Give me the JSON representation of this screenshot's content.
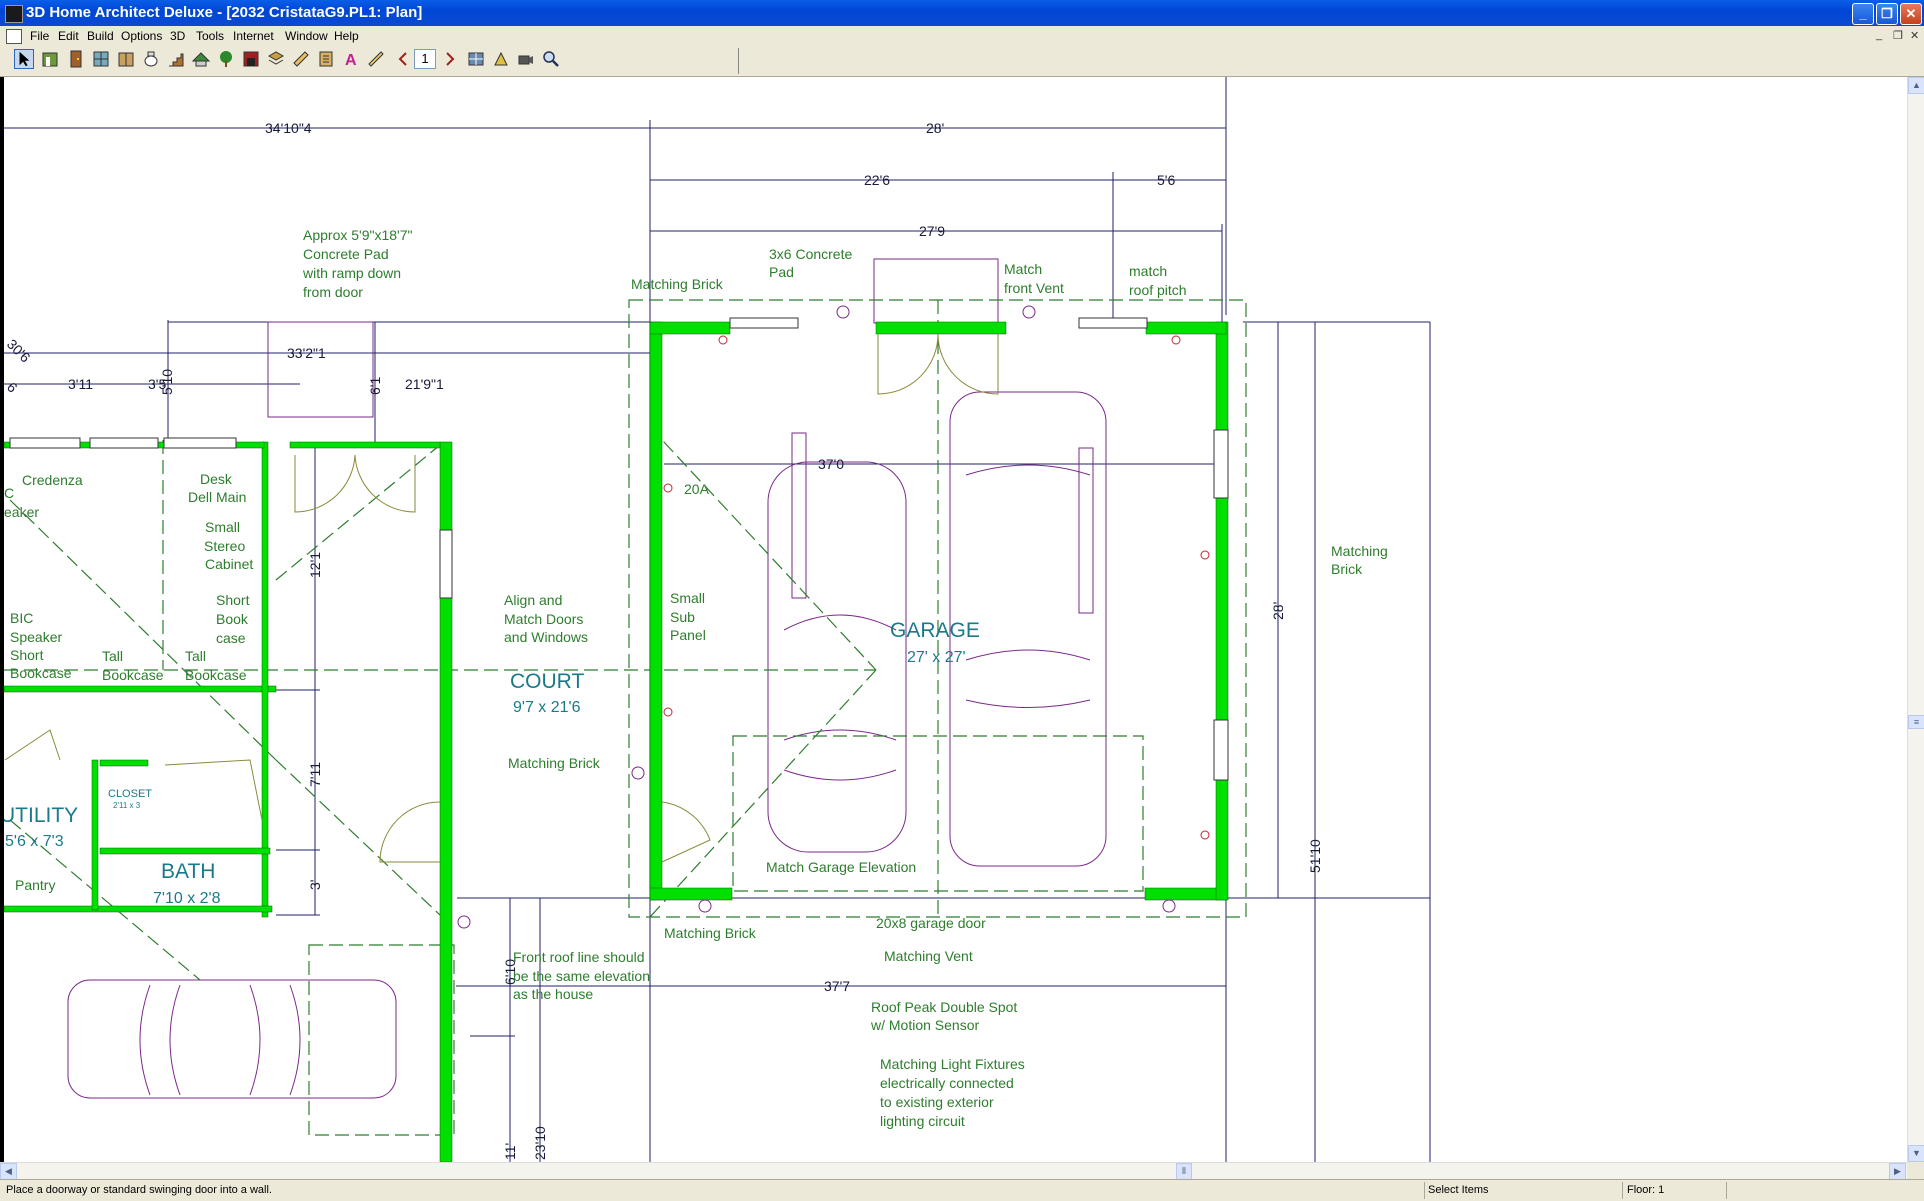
{
  "window": {
    "title": "3D Home Architect Deluxe - [2032 CristataG9.PL1: Plan]"
  },
  "menu": [
    "File",
    "Edit",
    "Build",
    "Options",
    "3D",
    "Tools",
    "Internet",
    "Window",
    "Help"
  ],
  "toolbar": {
    "tools": [
      "select-icon",
      "plan-view-icon",
      "door-icon",
      "window-icon",
      "cabinet-icon",
      "fixture-icon",
      "stairs-icon",
      "roof-icon",
      "landscape-icon",
      "fireplace-icon",
      "layer-icon",
      "dimension-icon",
      "erase-icon",
      "book-icon",
      "text-icon",
      "ruler-icon"
    ],
    "page_number": "1",
    "view_tools": [
      "camera-icon",
      "walkthrough-icon",
      "overview-icon",
      "zoom-icon"
    ]
  },
  "plan": {
    "dimensions": {
      "overall_left": "34'10\"4",
      "overall_top": "28'",
      "top_a": "22'6",
      "top_b": "5'6",
      "top_c": "27'9",
      "court_width": "33'2\"1",
      "w1": "3'11",
      "w2": "3'5",
      "w3": "5'10",
      "w4": "6'1",
      "w5": "21'9\"1",
      "diag_a": "30'6",
      "diag_b": "6",
      "interior": "37'0",
      "right_height": "28'",
      "right_total": "51'10",
      "h1": "12'1",
      "h2": "7'11",
      "h3": "3'",
      "bottom_width": "37'7",
      "b1": "6'10",
      "b2": "11'",
      "b3": "23'10"
    },
    "rooms": {
      "garage_name": "GARAGE",
      "garage_size": "27' x 27'",
      "court_name": "COURT",
      "court_size": "9'7 x 21'6",
      "utility_name": "UTILITY",
      "utility_size": "5'6 x 7'3",
      "bath_name": "BATH",
      "bath_size": "7'10 x 2'8",
      "closet_name": "CLOSET",
      "closet_size": "2'11 x 3"
    },
    "notes": {
      "concrete_pad": [
        "Approx 5'9\"x18'7\"",
        "Concrete Pad",
        "with ramp down",
        "from door"
      ],
      "pad_3x6": [
        "3x6 Concrete",
        "Pad"
      ],
      "matching_brick_top": "Matching Brick",
      "front_vent": [
        "Match",
        "front Vent"
      ],
      "roof_pitch": [
        "match",
        "roof pitch"
      ],
      "credenza": "Credenza",
      "speaker_left": [
        "C",
        "eaker"
      ],
      "desk": [
        "Desk",
        "Dell Main"
      ],
      "stereo": [
        "Small",
        "Stereo",
        "Cabinet"
      ],
      "short_bookcase": [
        "Short",
        "Book",
        "case"
      ],
      "bic_speaker": [
        "BIC",
        "Speaker",
        "Short",
        "Bookcase"
      ],
      "tall_bookcase_1": [
        "Tall",
        "Bookcase"
      ],
      "tall_bookcase_2": [
        "Tall",
        "Bookcase"
      ],
      "align_doors": [
        "Align and",
        "Match Doors",
        "and Windows"
      ],
      "sub_panel": [
        "Small",
        "Sub",
        "Panel"
      ],
      "outlet_20a": "20A",
      "matching_brick_court": "Matching Brick",
      "match_garage_elev": "Match Garage Elevation",
      "garage_door": "20x8 garage door",
      "matching_brick_bottom": "Matching Brick",
      "matching_vent": "Matching Vent",
      "roof_line": [
        "Front roof line should",
        "be the same elevation",
        "as the house"
      ],
      "roof_spot": [
        "Roof Peak Double Spot",
        "w/ Motion Sensor"
      ],
      "light_fixtures": [
        "Matching Light Fixtures",
        "electrically connected",
        "to existing exterior",
        "lighting circuit"
      ],
      "matching_brick_right": [
        "Matching",
        "Brick"
      ],
      "pantry": "Pantry"
    }
  },
  "status": {
    "hint": "Place a doorway or standard swinging door into a wall.",
    "mode": "Select Items",
    "floor": "Floor: 1"
  },
  "colors": {
    "wall": "#00e000",
    "dimension": "#1a1a6a",
    "label": "#2e7d2e",
    "room": "#1a7a8a",
    "fixture": "#7a2a8a",
    "electric": "#c0282e"
  }
}
